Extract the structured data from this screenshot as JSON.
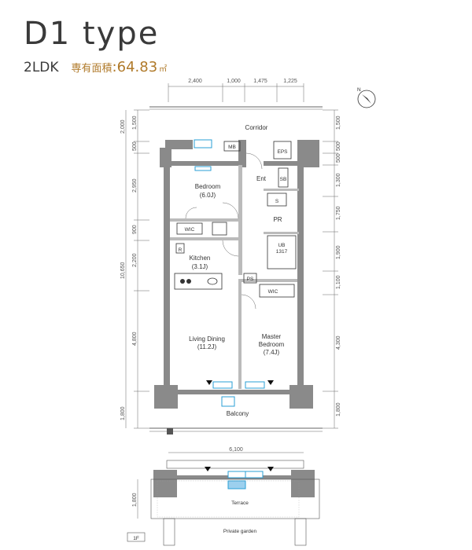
{
  "header": {
    "type_name": "D1 type",
    "layout": "2LDK",
    "area_label": "専有面積",
    "area_value": ":64.83",
    "area_unit": "㎡"
  },
  "dimensions": {
    "top": [
      "2,400",
      "1,000",
      "1,475",
      "1,225"
    ],
    "left": [
      "2,000",
      "1,500",
      "500",
      "2,950",
      "900",
      "2,200",
      "10,650",
      "4,800",
      "1,800"
    ],
    "right": [
      "1,500",
      "500",
      "500",
      "1,300",
      "1,750",
      "1,900",
      "1,100",
      "4,300",
      "1,800"
    ],
    "bottom": "6,100",
    "lower_left": "1,800"
  },
  "rooms": {
    "corridor": "Corridor",
    "mb": "MB",
    "eps": "EPS",
    "ent": "Ent",
    "sb": "SB",
    "bedroom": "Bedroom",
    "bedroom_size": "(6.0J)",
    "s": "S",
    "pr": "PR",
    "wic1": "WIC",
    "ub": "UB",
    "ub_size": "1317",
    "kitchen": "Kitchen",
    "kitchen_size": "(3.1J)",
    "r": "R",
    "ps": "PS",
    "wic2": "WIC",
    "living": "Living Dining",
    "living_size": "(11.2J)",
    "master": "Master",
    "master2": "Bedroom",
    "master_size": "(7.4J)",
    "balcony": "Balcony",
    "terrace": "Terrace",
    "garden": "Private garden",
    "floor_tag": "1F"
  },
  "compass": {
    "label": "N",
    "icon": "north-arrow-icon"
  }
}
